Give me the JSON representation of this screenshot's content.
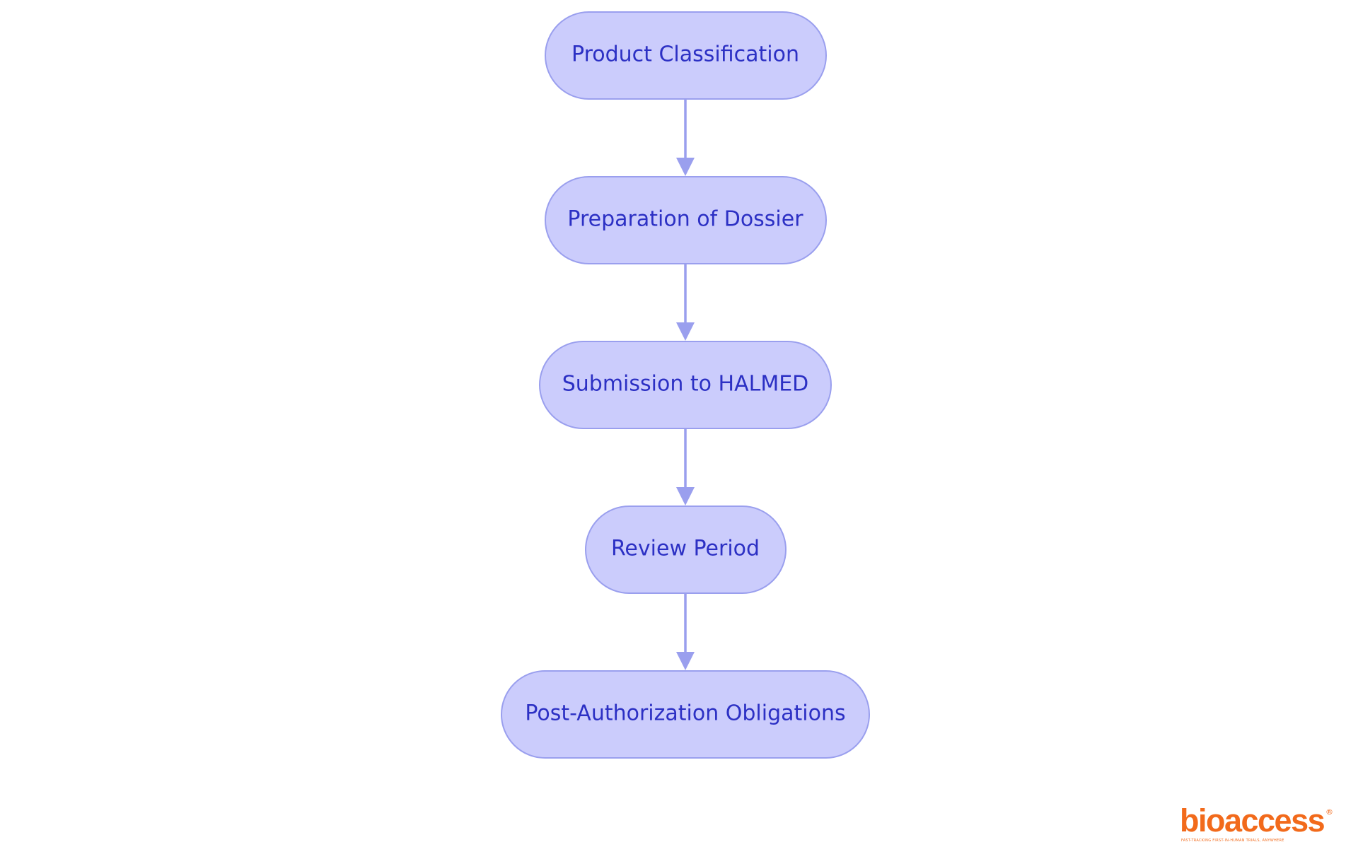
{
  "diagram": {
    "type": "flowchart",
    "direction": "top-to-bottom",
    "nodes": [
      {
        "id": "n1",
        "label": "Product Classification"
      },
      {
        "id": "n2",
        "label": "Preparation of Dossier"
      },
      {
        "id": "n3",
        "label": "Submission to HALMED"
      },
      {
        "id": "n4",
        "label": "Review Period"
      },
      {
        "id": "n5",
        "label": "Post-Authorization Obligations"
      }
    ],
    "edges": [
      {
        "from": "n1",
        "to": "n2"
      },
      {
        "from": "n2",
        "to": "n3"
      },
      {
        "from": "n3",
        "to": "n4"
      },
      {
        "from": "n4",
        "to": "n5"
      }
    ],
    "colors": {
      "node_fill": "#cbccfc",
      "node_stroke": "#9a9fee",
      "node_text": "#2c30c4",
      "edge": "#9a9fee"
    }
  },
  "logo": {
    "wordmark": "bioaccess",
    "registered_mark": "®",
    "tagline": "FAST-TRACKING FIRST-IN-HUMAN TRIALS, ANYWHERE",
    "color": "#f26a1b"
  }
}
